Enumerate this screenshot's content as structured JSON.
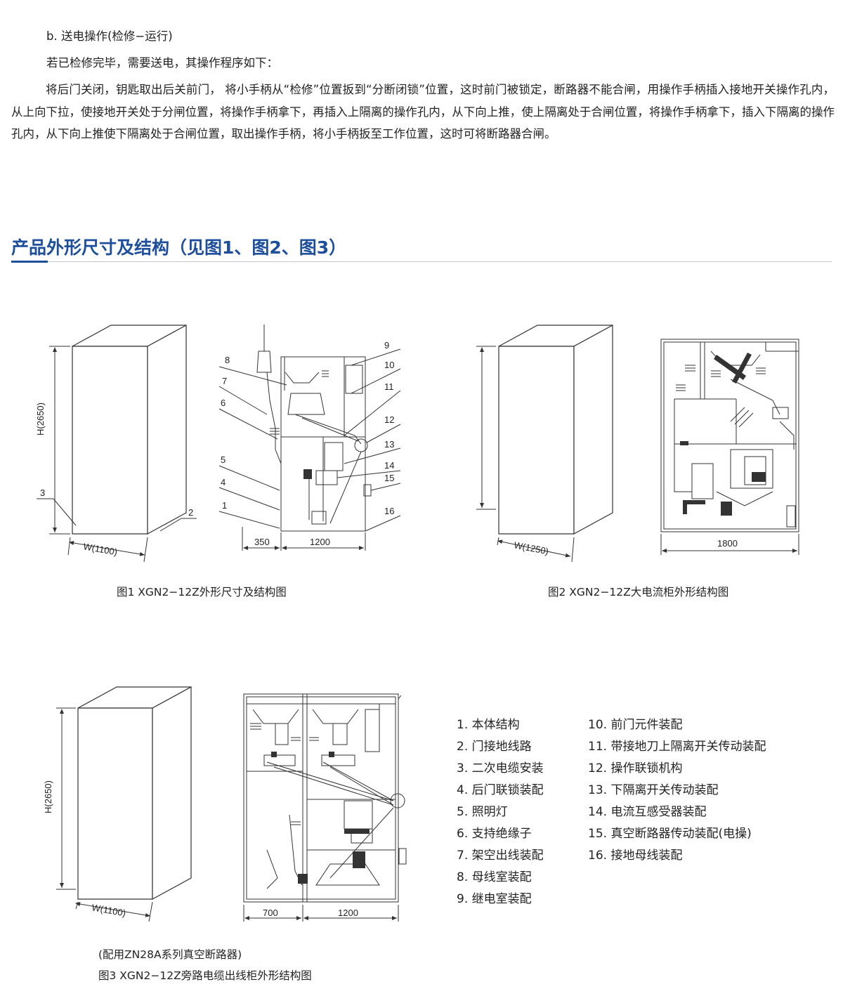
{
  "section_b": {
    "heading": "b. 送电操作(检修−运行)",
    "intro": "若已检修完毕，需要送电，其操作程序如下：",
    "body": "将后门关闭，钥匙取出后关前门，  将小手柄从“检修”位置扳到“分断闭锁”位置，这时前门被锁定，断路器不能合闸，用操作手柄插入接地开关操作孔内，从上向下拉，使接地开关处于分闸位置，将操作手柄拿下，再插入上隔离的操作孔内，从下向上推，使上隔离处于合闸位置，将操作手柄拿下，插入下隔离的操作孔内，从下向上推使下隔离处于合闸位置，取出操作手柄，将小手柄扳至工作位置，这时可将断路器合闸。"
  },
  "section_title": "产品外形尺寸及结构（见图1、图2、图3）",
  "fig1": {
    "height_label": "H(2650)",
    "width_label": "W(1100)",
    "label_3": "3",
    "label_2": "2",
    "dim_left": "350",
    "dim_right": "1200",
    "callouts": [
      "1",
      "4",
      "5",
      "6",
      "7",
      "8",
      "9",
      "10",
      "11",
      "12",
      "13",
      "14",
      "15",
      "16"
    ],
    "caption": "图1  XGN2−12Z外形尺寸及结构图"
  },
  "fig2": {
    "width_label": "W(1250)",
    "dim_bottom": "1800",
    "caption": "图2  XGN2−12Z大电流柜外形结构图"
  },
  "fig3": {
    "height_label": "H(2650)",
    "width_label": "W(1100)",
    "dim_left": "700",
    "dim_right": "1200",
    "note": "(配用ZN28A系列真空断路器)",
    "caption": "图3   XGN2−12Z旁路电缆出线柜外形结构图"
  },
  "legend": {
    "left": [
      "1.  本体结构",
      "2.  门接地线路",
      "3.  二次电缆安装",
      "4.  后门联锁装配",
      "5.  照明灯",
      "6.  支持绝缘子",
      "7.  架空出线装配",
      "8.  母线室装配",
      "9.  继电室装配"
    ],
    "right": [
      "10.  前门元件装配",
      "11.  带接地刀上隔离开关传动装配",
      "12.  操作联锁机构",
      "13.  下隔离开关传动装配",
      "14.  电流互感受器装配",
      "15.  真空断路器传动装配(电操)",
      "16.  接地母线装配"
    ]
  },
  "colors": {
    "heading": "#1d4f9c",
    "text": "#222222",
    "line": "#333333"
  }
}
